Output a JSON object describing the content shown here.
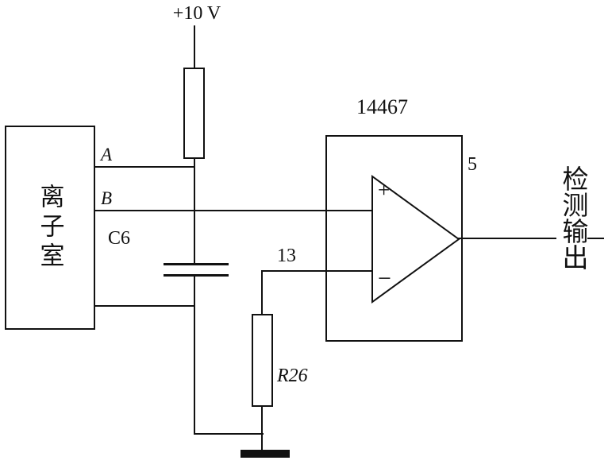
{
  "circuit": {
    "supply": "+10 V",
    "ion_chamber": "离子室",
    "node_a": "A",
    "node_b": "B",
    "capacitor": "C6",
    "pin_inverting": "13",
    "resistor": "R26",
    "ic": "14467",
    "pin_output": "5",
    "opamp_plus": "+",
    "opamp_minus": "−",
    "output": "检测输出"
  },
  "colors": {
    "line": "#111111",
    "background": "#ffffff"
  }
}
